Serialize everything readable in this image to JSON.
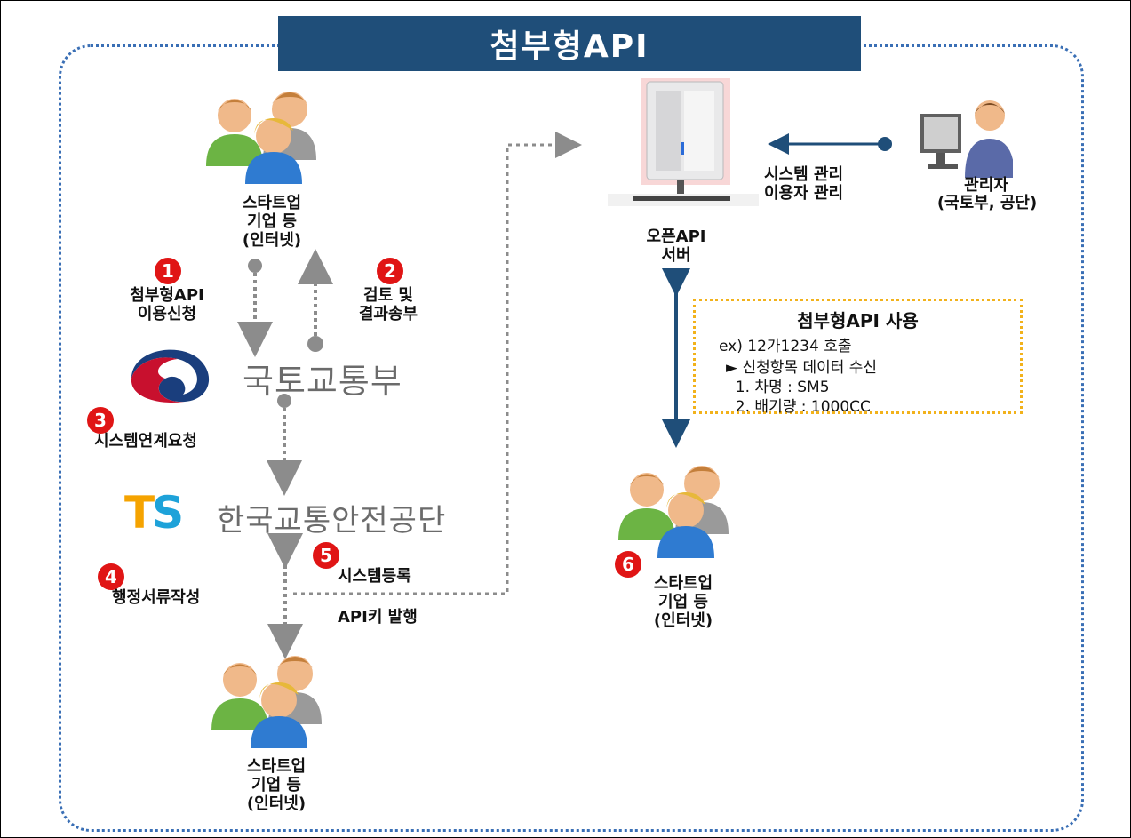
{
  "title": "첨부형API",
  "startup_label": [
    "스타트업",
    "기업 등",
    "(인터넷)"
  ],
  "server_label": [
    "오픈API",
    "서버"
  ],
  "admin": {
    "label": "관리자",
    "org": "(국토부, 공단)",
    "tasks": [
      "시스템 관리",
      "이용자 관리"
    ]
  },
  "ministry_name": "국토교통부",
  "ts": {
    "mark": "TS",
    "name": "한국교통안전공단"
  },
  "steps": [
    {
      "num": "1",
      "text": [
        "첨부형API",
        "이용신청"
      ]
    },
    {
      "num": "2",
      "text": [
        "검토 및",
        "결과송부"
      ]
    },
    {
      "num": "3",
      "text": [
        "시스템연계요청"
      ]
    },
    {
      "num": "4",
      "text": [
        "행정서류작성"
      ]
    },
    {
      "num": "5",
      "text": [
        "시스템등록"
      ]
    },
    {
      "num": "6",
      "text": []
    }
  ],
  "api_key_label": "API키 발행",
  "info_box": {
    "title": "첨부형API 사용",
    "lines": [
      "ex) 12가1234 호출",
      "► 신청항목 데이터 수신",
      "  1. 차명 : SM5",
      "  2. 배기량 : 1000CC"
    ]
  },
  "colors": {
    "title_bg": "#1f4e79",
    "frame_dots": "#3a6fb5",
    "badge": "#e01515",
    "info_border": "#f2b21b",
    "arrow_grey": "#8c8c8c",
    "arrow_navy": "#1f4e79"
  }
}
